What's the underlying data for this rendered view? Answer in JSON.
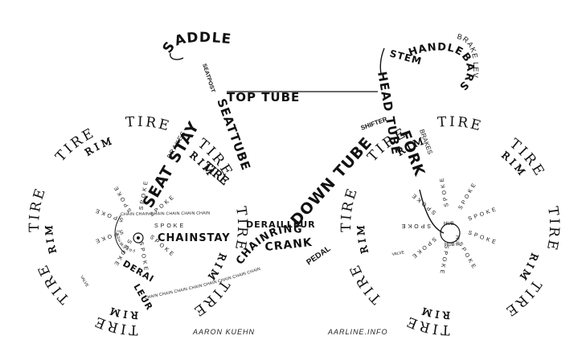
{
  "labels": {
    "saddle": "SADDLE",
    "seatpost": "SEATPOST",
    "top_tube": "TOP TUBE",
    "seat_stay": "SEAT STAY",
    "seat_tube": "SEATTUBE",
    "brakes_rear": "BRAKES",
    "rear_tire_inner": "TIRE",
    "chain": "CHAIN CHAIN CHAIN CHAIN CHAIN CHAIN",
    "chain_lower": "CHAIN CHAIN CHAIN CHAIN CHAIN CHAIN CHAIN CHAIN",
    "chainstay": "CHAINSTAY",
    "freewheel": "FREEWHEEL",
    "derailleur_rear_1": "DERAI",
    "derailleur_rear_2": "LEUR",
    "derailleur_front": "DERAILLEUR",
    "chainring": "CHAINRING",
    "crank": "CRANK",
    "pedal": "PEDAL",
    "down_tube": "DOWN TUBE",
    "shifter": "SHIFTER",
    "head_tube": "HEAD TUBE",
    "fork": "FORK",
    "brakes_front": "BRAKES",
    "stem": "STEM",
    "handlebars": "HANDLEBARS",
    "brake_lever": "BRAKE LEVER",
    "hub": "HUB",
    "valve": "VALVE",
    "spoke": "SPOKE",
    "rim": "RIM",
    "tire": "TIRE"
  },
  "credits": {
    "author": "AARON KUEHN",
    "site": "AARLINE.INFO"
  },
  "colors": {
    "ink": "#111111",
    "background": "#ffffff"
  }
}
